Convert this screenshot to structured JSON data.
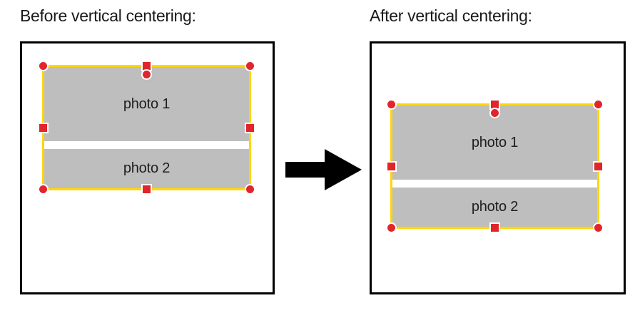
{
  "panels": [
    {
      "title": "Before vertical centering:",
      "photos": [
        {
          "label": "photo 1"
        },
        {
          "label": "photo 2"
        }
      ]
    },
    {
      "title": "After vertical centering:",
      "photos": [
        {
          "label": "photo 1"
        },
        {
          "label": "photo 2"
        }
      ]
    }
  ],
  "arrow": {
    "icon": "right-arrow"
  },
  "handles": {
    "corner_shape": "circle",
    "edge_shape": "square",
    "rotation_shape": "circle"
  },
  "colors": {
    "selection_border": "#FFD60A",
    "handle": "#E2242B",
    "handle_ring": "#FFFFFF",
    "photo_fill": "#BEBEBE",
    "canvas_bg": "#FFFFFF",
    "canvas_border": "#000000",
    "arrow": "#000000",
    "text": "#1A1A1A"
  }
}
